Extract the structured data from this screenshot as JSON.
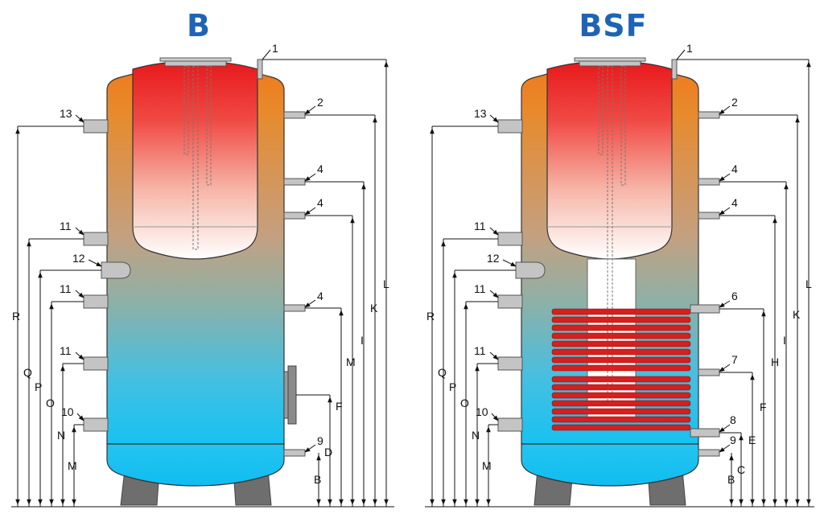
{
  "tanks": [
    {
      "title": "B",
      "connection_labels": {
        "c1": "1",
        "c2": "2",
        "c4a": "4",
        "c4b": "4",
        "c4c": "4",
        "c9": "9",
        "c13": "13",
        "c11a": "11",
        "c12": "12",
        "c11b": "11",
        "c11c": "11",
        "c10": "10"
      },
      "dimension_labels": {
        "L": "L",
        "K": "K",
        "I": "I",
        "M_right": "M",
        "F": "F",
        "D": "D",
        "B": "B",
        "R": "R",
        "Q": "Q",
        "P": "P",
        "O": "O",
        "N": "N",
        "M_left": "M"
      }
    },
    {
      "title": "BSF",
      "connection_labels": {
        "c1": "1",
        "c2": "2",
        "c4a": "4",
        "c4b": "4",
        "c6": "6",
        "c7": "7",
        "c8": "8",
        "c9": "9",
        "c13": "13",
        "c11a": "11",
        "c12": "12",
        "c11b": "11",
        "c11c": "11",
        "c10": "10"
      },
      "dimension_labels": {
        "L": "L",
        "K": "K",
        "I": "I",
        "H": "H",
        "F": "F",
        "E": "E",
        "C": "C",
        "B": "B",
        "R": "R",
        "Q": "Q",
        "P": "P",
        "O": "O",
        "N": "N",
        "M_left": "M"
      }
    }
  ],
  "colors": {
    "title": "#1f63b7",
    "hot": "#e8201f",
    "warm": "#e88a2b",
    "mid": "#96aa9a",
    "cold": "#1fc3f1",
    "coil": "#d81e1e",
    "legs": "#6e6e6e"
  }
}
